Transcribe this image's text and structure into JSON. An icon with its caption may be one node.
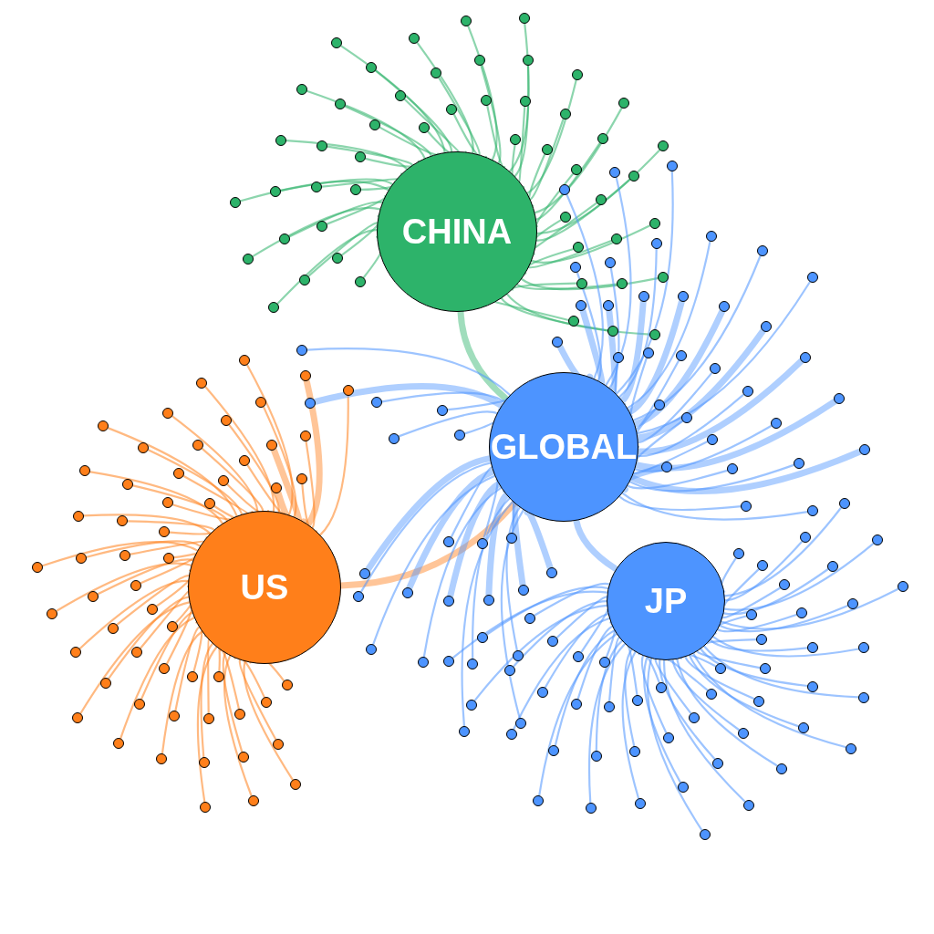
{
  "diagram": {
    "nodes": [
      {
        "text": [
          "CHINA"
        ]
      },
      {
        "text": [
          "GLOBAL"
        ]
      },
      {
        "text": [
          "US"
        ]
      },
      {
        "text": [
          "JP"
        ]
      },
      {
        "text": [],
        "shape": "circle"
      },
      {
        "text": [],
        "shape": "circle"
      },
      {
        "text": [],
        "shape": "circle"
      },
      {
        "text": [],
        "shape": "circle"
      },
      {
        "text": [],
        "shape": "circle"
      },
      {
        "text": [],
        "shape": "circle"
      },
      {
        "text": [],
        "shape": "circle"
      },
      {
        "text": [],
        "shape": "circle"
      },
      {
        "text": [],
        "shape": "circle"
      },
      {
        "text": [],
        "shape": "circle"
      },
      {
        "text": [],
        "shape": "circle"
      },
      {
        "text": [],
        "shape": "circle"
      },
      {
        "text": [],
        "shape": "circle"
      },
      {
        "text": [],
        "shape": "circle"
      },
      {
        "text": [],
        "shape": "circle"
      },
      {
        "text": [],
        "shape": "circle"
      },
      {
        "text": [],
        "shape": "circle"
      },
      {
        "text": [],
        "shape": "circle"
      },
      {
        "text": [],
        "shape": "circle"
      },
      {
        "text": [],
        "shape": "circle"
      },
      {
        "text": [],
        "shape": "circle"
      },
      {
        "text": [],
        "shape": "circle"
      },
      {
        "text": [],
        "shape": "circle"
      },
      {
        "text": [],
        "shape": "circle"
      },
      {
        "text": [],
        "shape": "circle"
      },
      {
        "text": [],
        "shape": "circle"
      },
      {
        "text": [],
        "shape": "circle"
      },
      {
        "text": [],
        "shape": "circle"
      },
      {
        "text": [],
        "shape": "circle"
      },
      {
        "text": [],
        "shape": "circle"
      },
      {
        "text": [],
        "shape": "circle"
      },
      {
        "text": [],
        "shape": "circle"
      },
      {
        "text": [],
        "shape": "circle"
      },
      {
        "text": [],
        "shape": "circle"
      },
      {
        "text": [],
        "shape": "circle"
      },
      {
        "text": [],
        "shape": "circle"
      },
      {
        "text": [],
        "shape": "circle"
      },
      {
        "text": [],
        "shape": "circle"
      },
      {
        "text": [],
        "shape": "circle"
      },
      {
        "text": [],
        "shape": "circle"
      },
      {
        "text": [],
        "shape": "circle"
      },
      {
        "text": [],
        "shape": "circle"
      },
      {
        "text": [],
        "shape": "circle"
      },
      {
        "text": [],
        "shape": "circle"
      },
      {
        "text": [],
        "shape": "circle"
      },
      {
        "text": [],
        "shape": "circle"
      },
      {
        "text": [],
        "shape": "circle"
      },
      {
        "text": [],
        "shape": "circle"
      },
      {
        "text": [],
        "shape": "circle"
      },
      {
        "text": [],
        "shape": "circle"
      },
      {
        "text": [],
        "shape": "circle"
      },
      {
        "text": [],
        "shape": "circle"
      },
      {
        "text": [],
        "shape": "circle"
      },
      {
        "text": [],
        "shape": "circle"
      },
      {
        "text": [],
        "shape": "circle"
      },
      {
        "text": [],
        "shape": "circle"
      },
      {
        "text": [],
        "shape": "circle"
      },
      {
        "text": [],
        "shape": "circle"
      },
      {
        "text": [],
        "shape": "circle"
      },
      {
        "text": [],
        "shape": "circle"
      },
      {
        "text": [],
        "shape": "circle"
      },
      {
        "text": [],
        "shape": "circle"
      },
      {
        "text": [],
        "shape": "circle"
      },
      {
        "text": [],
        "shape": "circle"
      },
      {
        "text": [],
        "shape": "circle"
      },
      {
        "text": [],
        "shape": "circle"
      },
      {
        "text": [],
        "shape": "circle"
      },
      {
        "text": [],
        "shape": "circle"
      },
      {
        "text": [],
        "shape": "circle"
      },
      {
        "text": [],
        "shape": "circle"
      },
      {
        "text": [],
        "shape": "circle"
      },
      {
        "text": [],
        "shape": "circle"
      },
      {
        "text": [],
        "shape": "circle"
      },
      {
        "text": [],
        "shape": "circle"
      },
      {
        "text": [],
        "shape": "circle"
      },
      {
        "text": [],
        "shape": "circle"
      },
      {
        "text": [],
        "shape": "circle"
      },
      {
        "text": [],
        "shape": "circle"
      },
      {
        "text": [],
        "shape": "circle"
      },
      {
        "text": [],
        "shape": "circle"
      },
      {
        "text": [],
        "shape": "circle"
      },
      {
        "text": [],
        "shape": "circle"
      },
      {
        "text": [],
        "shape": "circle"
      },
      {
        "text": [],
        "shape": "circle"
      },
      {
        "text": [],
        "shape": "circle"
      },
      {
        "text": [],
        "shape": "circle"
      },
      {
        "text": [],
        "shape": "circle"
      },
      {
        "text": [],
        "shape": "circle"
      },
      {
        "text": [],
        "shape": "circle"
      },
      {
        "text": [],
        "shape": "circle"
      },
      {
        "text": [],
        "shape": "circle"
      },
      {
        "text": [],
        "shape": "circle"
      },
      {
        "text": [],
        "shape": "circle"
      },
      {
        "text": [],
        "shape": "circle"
      },
      {
        "text": [],
        "shape": "circle"
      },
      {
        "text": [],
        "shape": "circle"
      },
      {
        "text": [],
        "shape": "circle"
      },
      {
        "text": [],
        "shape": "circle"
      },
      {
        "text": [],
        "shape": "circle"
      },
      {
        "text": [],
        "shape": "circle"
      },
      {
        "text": [],
        "shape": "circle"
      },
      {
        "text": [],
        "shape": "circle"
      },
      {
        "text": [],
        "shape": "circle"
      },
      {
        "text": [],
        "shape": "circle"
      },
      {
        "text": [],
        "shape": "circle"
      },
      {
        "text": [],
        "shape": "circle"
      },
      {
        "text": [],
        "shape": "circle"
      },
      {
        "text": [],
        "shape": "circle"
      },
      {
        "text": [],
        "shape": "circle"
      },
      {
        "text": [],
        "shape": "circle"
      },
      {
        "text": [],
        "shape": "circle"
      },
      {
        "text": [],
        "shape": "circle"
      },
      {
        "text": [],
        "shape": "circle"
      },
      {
        "text": [],
        "shape": "circle"
      },
      {
        "text": [],
        "shape": "circle"
      },
      {
        "text": [],
        "shape": "circle"
      },
      {
        "text": [],
        "shape": "circle"
      },
      {
        "text": [],
        "shape": "circle"
      },
      {
        "text": [],
        "shape": "circle"
      },
      {
        "text": [],
        "shape": "circle"
      },
      {
        "text": [],
        "shape": "circle"
      },
      {
        "text": [],
        "shape": "circle"
      },
      {
        "text": [],
        "shape": "circle"
      },
      {
        "text": [],
        "shape": "circle"
      },
      {
        "text": [],
        "shape": "circle"
      },
      {
        "text": [],
        "shape": "circle"
      },
      {
        "text": [],
        "shape": "circle"
      },
      {
        "text": [],
        "shape": "circle"
      },
      {
        "text": [],
        "shape": "circle"
      },
      {
        "text": [],
        "shape": "circle"
      },
      {
        "text": [],
        "shape": "circle"
      },
      {
        "text": [],
        "shape": "circle"
      },
      {
        "text": [],
        "shape": "circle"
      },
      {
        "text": [],
        "shape": "circle"
      },
      {
        "text": [],
        "shape": "circle"
      },
      {
        "text": [],
        "shape": "circle"
      },
      {
        "text": [],
        "shape": "circle"
      },
      {
        "text": [],
        "shape": "circle"
      },
      {
        "text": [],
        "shape": "circle"
      },
      {
        "text": [],
        "shape": "circle"
      },
      {
        "text": [],
        "shape": "circle"
      },
      {
        "text": [],
        "shape": "circle"
      },
      {
        "text": [],
        "shape": "circle"
      },
      {
        "text": [],
        "shape": "circle"
      },
      {
        "text": [],
        "shape": "circle"
      },
      {
        "text": [],
        "shape": "circle"
      },
      {
        "text": [],
        "shape": "circle"
      },
      {
        "text": [],
        "shape": "circle"
      },
      {
        "text": [],
        "shape": "circle"
      },
      {
        "text": [],
        "shape": "circle"
      },
      {
        "text": [],
        "shape": "circle"
      },
      {
        "text": [],
        "shape": "circle"
      },
      {
        "text": [],
        "shape": "circle"
      },
      {
        "text": [],
        "shape": "circle"
      },
      {
        "text": [],
        "shape": "circle"
      },
      {
        "text": [],
        "shape": "circle"
      },
      {
        "text": [],
        "shape": "circle"
      },
      {
        "text": [],
        "shape": "circle"
      },
      {
        "text": [],
        "shape": "circle"
      },
      {
        "text": [],
        "shape": "circle"
      },
      {
        "text": [],
        "shape": "circle"
      },
      {
        "text": [],
        "shape": "circle"
      },
      {
        "text": [],
        "shape": "circle"
      },
      {
        "text": [],
        "shape": "circle"
      },
      {
        "text": [],
        "shape": "circle"
      },
      {
        "text": [],
        "shape": "circle"
      },
      {
        "text": [],
        "shape": "circle"
      },
      {
        "text": [],
        "shape": "circle"
      },
      {
        "text": [],
        "shape": "circle"
      },
      {
        "text": [],
        "shape": "circle"
      },
      {
        "text": [],
        "shape": "circle"
      },
      {
        "text": [],
        "shape": "circle"
      },
      {
        "text": [],
        "shape": "circle"
      },
      {
        "text": [],
        "shape": "circle"
      },
      {
        "text": [],
        "shape": "circle"
      },
      {
        "text": [],
        "shape": "circle"
      },
      {
        "text": [],
        "shape": "circle"
      },
      {
        "text": [],
        "shape": "circle"
      },
      {
        "text": [],
        "shape": "circle"
      },
      {
        "text": [],
        "shape": "circle"
      },
      {
        "text": [],
        "shape": "circle"
      },
      {
        "text": [],
        "shape": "circle"
      },
      {
        "text": [],
        "shape": "circle"
      },
      {
        "text": [],
        "shape": "circle"
      },
      {
        "text": [],
        "shape": "circle"
      },
      {
        "text": [],
        "shape": "circle"
      },
      {
        "text": [],
        "shape": "circle"
      },
      {
        "text": [],
        "shape": "circle"
      },
      {
        "text": [],
        "shape": "circle"
      },
      {
        "text": [],
        "shape": "circle"
      },
      {
        "text": [],
        "shape": "circle"
      },
      {
        "text": [],
        "shape": "circle"
      },
      {
        "text": [],
        "shape": "circle"
      },
      {
        "text": [],
        "shape": "circle"
      },
      {
        "text": [],
        "shape": "circle"
      },
      {
        "text": [],
        "shape": "circle"
      },
      {
        "text": [],
        "shape": "circle"
      },
      {
        "text": [],
        "shape": "circle"
      },
      {
        "text": [],
        "shape": "circle"
      },
      {
        "text": [],
        "shape": "circle"
      },
      {
        "text": [],
        "shape": "circle"
      },
      {
        "text": [],
        "shape": "circle"
      },
      {
        "text": [],
        "shape": "circle"
      },
      {
        "text": [],
        "shape": "circle"
      },
      {
        "text": [],
        "shape": "circle"
      },
      {
        "text": [],
        "shape": "circle"
      },
      {
        "text": [],
        "shape": "circle"
      },
      {
        "text": [],
        "shape": "circle"
      },
      {
        "text": [],
        "shape": "circle"
      },
      {
        "text": [],
        "shape": "circle"
      }
    ],
    "edges": [
      {
        "from": 0,
        "to": 1,
        "arrow": "none",
        "style": "thick",
        "color": "#2db36a"
      },
      {
        "from": 2,
        "to": 1,
        "arrow": "none",
        "style": "thick",
        "color": "#ff7f1a"
      },
      {
        "from": 1,
        "to": 3,
        "arrow": "none",
        "style": "thick"
      },
      {
        "from": 0,
        "to": 4,
        "arrow": "none",
        "color": "#2db36a"
      },
      {
        "from": 0,
        "to": 5,
        "arrow": "none",
        "color": "#2db36a"
      },
      {
        "from": 0,
        "to": 6,
        "arrow": "none",
        "color": "#2db36a"
      },
      {
        "from": 0,
        "to": 7,
        "arrow": "none",
        "color": "#2db36a"
      },
      {
        "from": 0,
        "to": 8,
        "arrow": "none",
        "color": "#2db36a"
      },
      {
        "from": 0,
        "to": 9,
        "arrow": "none",
        "color": "#2db36a"
      },
      {
        "from": 0,
        "to": 10,
        "arrow": "none",
        "color": "#2db36a"
      },
      {
        "from": 0,
        "to": 11,
        "arrow": "none",
        "color": "#2db36a"
      },
      {
        "from": 0,
        "to": 12,
        "arrow": "none",
        "color": "#2db36a"
      },
      {
        "from": 0,
        "to": 13,
        "arrow": "none",
        "color": "#2db36a"
      },
      {
        "from": 0,
        "to": 14,
        "arrow": "none",
        "color": "#2db36a"
      },
      {
        "from": 0,
        "to": 15,
        "arrow": "none",
        "color": "#2db36a"
      },
      {
        "from": 0,
        "to": 16,
        "arrow": "none",
        "color": "#2db36a"
      },
      {
        "from": 0,
        "to": 17,
        "arrow": "none",
        "color": "#2db36a"
      },
      {
        "from": 0,
        "to": 18,
        "arrow": "none",
        "color": "#2db36a"
      },
      {
        "from": 0,
        "to": 19,
        "arrow": "none",
        "color": "#2db36a"
      },
      {
        "from": 0,
        "to": 20,
        "arrow": "none",
        "color": "#2db36a"
      },
      {
        "from": 0,
        "to": 21,
        "arrow": "none",
        "color": "#2db36a"
      },
      {
        "from": 0,
        "to": 22,
        "arrow": "none",
        "color": "#2db36a"
      },
      {
        "from": 0,
        "to": 23,
        "arrow": "none",
        "color": "#2db36a"
      },
      {
        "from": 0,
        "to": 24,
        "arrow": "none",
        "color": "#2db36a"
      },
      {
        "from": 0,
        "to": 25,
        "arrow": "none",
        "color": "#2db36a"
      },
      {
        "from": 0,
        "to": 26,
        "arrow": "none",
        "color": "#2db36a"
      },
      {
        "from": 0,
        "to": 27,
        "arrow": "none",
        "color": "#2db36a"
      },
      {
        "from": 0,
        "to": 28,
        "arrow": "none",
        "color": "#2db36a"
      },
      {
        "from": 0,
        "to": 29,
        "arrow": "none",
        "color": "#2db36a"
      },
      {
        "from": 0,
        "to": 30,
        "arrow": "none",
        "color": "#2db36a"
      },
      {
        "from": 0,
        "to": 31,
        "arrow": "none",
        "color": "#2db36a"
      },
      {
        "from": 0,
        "to": 32,
        "arrow": "none",
        "color": "#2db36a"
      },
      {
        "from": 0,
        "to": 33,
        "arrow": "none",
        "color": "#2db36a"
      },
      {
        "from": 0,
        "to": 34,
        "arrow": "none",
        "color": "#2db36a"
      },
      {
        "from": 0,
        "to": 35,
        "arrow": "none",
        "color": "#2db36a"
      },
      {
        "from": 0,
        "to": 36,
        "arrow": "none",
        "color": "#2db36a"
      },
      {
        "from": 0,
        "to": 37,
        "arrow": "none",
        "color": "#2db36a"
      },
      {
        "from": 0,
        "to": 38,
        "arrow": "none",
        "color": "#2db36a"
      },
      {
        "from": 0,
        "to": 39,
        "arrow": "none",
        "color": "#2db36a"
      },
      {
        "from": 0,
        "to": 40,
        "arrow": "none",
        "color": "#2db36a"
      },
      {
        "from": 0,
        "to": 41,
        "arrow": "none",
        "color": "#2db36a"
      },
      {
        "from": 0,
        "to": 42,
        "arrow": "none",
        "color": "#2db36a"
      },
      {
        "from": 0,
        "to": 43,
        "arrow": "none",
        "color": "#2db36a"
      },
      {
        "from": 0,
        "to": 44,
        "arrow": "none",
        "color": "#2db36a"
      },
      {
        "from": 0,
        "to": 45,
        "arrow": "none",
        "color": "#2db36a"
      },
      {
        "from": 0,
        "to": 46,
        "arrow": "none",
        "color": "#2db36a"
      },
      {
        "from": 0,
        "to": 47,
        "arrow": "none",
        "color": "#2db36a"
      },
      {
        "from": 0,
        "to": 48,
        "arrow": "none",
        "color": "#2db36a"
      },
      {
        "from": 0,
        "to": 49,
        "arrow": "none",
        "color": "#2db36a"
      },
      {
        "from": 0,
        "to": 50,
        "arrow": "none",
        "color": "#2db36a"
      },
      {
        "from": 0,
        "to": 51,
        "arrow": "none",
        "color": "#2db36a"
      },
      {
        "from": 0,
        "to": 52,
        "arrow": "none",
        "color": "#2db36a"
      },
      {
        "from": 0,
        "to": 53,
        "arrow": "none",
        "color": "#2db36a"
      },
      {
        "from": 2,
        "to": 54,
        "arrow": "none",
        "color": "#ff7f1a"
      },
      {
        "from": 2,
        "to": 55,
        "arrow": "none",
        "color": "#ff7f1a"
      },
      {
        "from": 2,
        "to": 56,
        "arrow": "none",
        "color": "#ff7f1a"
      },
      {
        "from": 2,
        "to": 57,
        "arrow": "none",
        "color": "#ff7f1a"
      },
      {
        "from": 2,
        "to": 58,
        "arrow": "none",
        "color": "#ff7f1a"
      },
      {
        "from": 2,
        "to": 59,
        "arrow": "none",
        "color": "#ff7f1a"
      },
      {
        "from": 2,
        "to": 60,
        "arrow": "none",
        "color": "#ff7f1a"
      },
      {
        "from": 2,
        "to": 61,
        "arrow": "none",
        "color": "#ff7f1a"
      },
      {
        "from": 2,
        "to": 62,
        "arrow": "none",
        "color": "#ff7f1a"
      },
      {
        "from": 2,
        "to": 63,
        "arrow": "none",
        "color": "#ff7f1a"
      },
      {
        "from": 2,
        "to": 64,
        "arrow": "none",
        "color": "#ff7f1a"
      },
      {
        "from": 2,
        "to": 65,
        "arrow": "none",
        "color": "#ff7f1a"
      },
      {
        "from": 2,
        "to": 66,
        "arrow": "none",
        "color": "#ff7f1a"
      },
      {
        "from": 2,
        "to": 67,
        "arrow": "none",
        "color": "#ff7f1a"
      },
      {
        "from": 2,
        "to": 68,
        "arrow": "none",
        "color": "#ff7f1a"
      },
      {
        "from": 2,
        "to": 69,
        "arrow": "none",
        "color": "#ff7f1a"
      },
      {
        "from": 2,
        "to": 70,
        "arrow": "none",
        "color": "#ff7f1a"
      },
      {
        "from": 2,
        "to": 71,
        "arrow": "none",
        "color": "#ff7f1a"
      },
      {
        "from": 2,
        "to": 72,
        "arrow": "none",
        "color": "#ff7f1a"
      },
      {
        "from": 2,
        "to": 73,
        "arrow": "none",
        "color": "#ff7f1a"
      },
      {
        "from": 2,
        "to": 74,
        "arrow": "none",
        "color": "#ff7f1a"
      },
      {
        "from": 2,
        "to": 75,
        "arrow": "none",
        "color": "#ff7f1a"
      },
      {
        "from": 2,
        "to": 76,
        "arrow": "none",
        "color": "#ff7f1a"
      },
      {
        "from": 2,
        "to": 77,
        "arrow": "none",
        "color": "#ff7f1a"
      },
      {
        "from": 2,
        "to": 78,
        "arrow": "none",
        "color": "#ff7f1a"
      },
      {
        "from": 2,
        "to": 79,
        "arrow": "none",
        "color": "#ff7f1a"
      },
      {
        "from": 2,
        "to": 80,
        "arrow": "none",
        "color": "#ff7f1a"
      },
      {
        "from": 2,
        "to": 81,
        "arrow": "none",
        "color": "#ff7f1a"
      },
      {
        "from": 2,
        "to": 82,
        "arrow": "none",
        "color": "#ff7f1a"
      },
      {
        "from": 2,
        "to": 83,
        "arrow": "none",
        "color": "#ff7f1a"
      },
      {
        "from": 2,
        "to": 84,
        "arrow": "none",
        "color": "#ff7f1a"
      },
      {
        "from": 2,
        "to": 85,
        "arrow": "none",
        "color": "#ff7f1a"
      },
      {
        "from": 2,
        "to": 86,
        "arrow": "none",
        "color": "#ff7f1a"
      },
      {
        "from": 2,
        "to": 87,
        "arrow": "none",
        "color": "#ff7f1a"
      },
      {
        "from": 2,
        "to": 88,
        "arrow": "none",
        "color": "#ff7f1a"
      },
      {
        "from": 2,
        "to": 89,
        "arrow": "none",
        "color": "#ff7f1a"
      },
      {
        "from": 2,
        "to": 90,
        "arrow": "none",
        "color": "#ff7f1a"
      },
      {
        "from": 2,
        "to": 91,
        "arrow": "none",
        "color": "#ff7f1a"
      },
      {
        "from": 2,
        "to": 92,
        "arrow": "none",
        "color": "#ff7f1a"
      },
      {
        "from": 2,
        "to": 93,
        "arrow": "none",
        "color": "#ff7f1a"
      },
      {
        "from": 2,
        "to": 94,
        "arrow": "none",
        "color": "#ff7f1a"
      },
      {
        "from": 2,
        "to": 95,
        "arrow": "none",
        "color": "#ff7f1a"
      },
      {
        "from": 2,
        "to": 96,
        "arrow": "none",
        "color": "#ff7f1a"
      },
      {
        "from": 2,
        "to": 97,
        "arrow": "none",
        "color": "#ff7f1a"
      },
      {
        "from": 2,
        "to": 98,
        "arrow": "none",
        "color": "#ff7f1a"
      },
      {
        "from": 2,
        "to": 99,
        "arrow": "none",
        "color": "#ff7f1a"
      },
      {
        "from": 2,
        "to": 100,
        "arrow": "none",
        "color": "#ff7f1a"
      },
      {
        "from": 2,
        "to": 101,
        "arrow": "none",
        "color": "#ff7f1a"
      },
      {
        "from": 2,
        "to": 102,
        "arrow": "none",
        "color": "#ff7f1a"
      },
      {
        "from": 2,
        "to": 103,
        "arrow": "none",
        "style": "thick",
        "color": "#ff7f1a"
      },
      {
        "from": 2,
        "to": 104,
        "arrow": "none",
        "style": "thick",
        "color": "#ff7f1a"
      },
      {
        "from": 2,
        "to": 105,
        "arrow": "none",
        "style": "thick",
        "color": "#ff7f1a"
      },
      {
        "from": 2,
        "to": 106,
        "arrow": "none",
        "color": "#ff7f1a"
      },
      {
        "from": 2,
        "to": 107,
        "arrow": "none",
        "color": "#ff7f1a"
      },
      {
        "from": 2,
        "to": 108,
        "arrow": "none",
        "color": "#ff7f1a"
      },
      {
        "from": 1,
        "to": 109,
        "arrow": "none",
        "style": "thick"
      },
      {
        "from": 1,
        "to": 110,
        "arrow": "none"
      },
      {
        "from": 1,
        "to": 111,
        "arrow": "none"
      },
      {
        "from": 1,
        "to": 112,
        "arrow": "none",
        "style": "thick"
      },
      {
        "from": 1,
        "to": 113,
        "arrow": "none"
      },
      {
        "from": 1,
        "to": 114,
        "arrow": "none"
      },
      {
        "from": 1,
        "to": 115,
        "arrow": "none",
        "style": "thick"
      },
      {
        "from": 1,
        "to": 116,
        "arrow": "none"
      },
      {
        "from": 1,
        "to": 117,
        "arrow": "none"
      },
      {
        "from": 1,
        "to": 118,
        "arrow": "none",
        "style": "thick"
      },
      {
        "from": 1,
        "to": 119,
        "arrow": "none"
      },
      {
        "from": 1,
        "to": 120,
        "arrow": "none"
      },
      {
        "from": 1,
        "to": 121,
        "arrow": "none",
        "style": "thick"
      },
      {
        "from": 1,
        "to": 122,
        "arrow": "none"
      },
      {
        "from": 1,
        "to": 123,
        "arrow": "none"
      },
      {
        "from": 1,
        "to": 124,
        "arrow": "none",
        "style": "thick"
      },
      {
        "from": 1,
        "to": 125,
        "arrow": "none"
      },
      {
        "from": 1,
        "to": 126,
        "arrow": "none"
      },
      {
        "from": 1,
        "to": 127,
        "arrow": "none",
        "style": "thick"
      },
      {
        "from": 1,
        "to": 128,
        "arrow": "none"
      },
      {
        "from": 1,
        "to": 129,
        "arrow": "none"
      },
      {
        "from": 1,
        "to": 130,
        "arrow": "none",
        "style": "thick"
      },
      {
        "from": 1,
        "to": 131,
        "arrow": "none"
      },
      {
        "from": 1,
        "to": 132,
        "arrow": "none"
      },
      {
        "from": 1,
        "to": 133,
        "arrow": "none",
        "style": "thick"
      },
      {
        "from": 1,
        "to": 134,
        "arrow": "none"
      },
      {
        "from": 1,
        "to": 135,
        "arrow": "none"
      },
      {
        "from": 1,
        "to": 136,
        "arrow": "none",
        "style": "thick"
      },
      {
        "from": 1,
        "to": 137,
        "arrow": "none"
      },
      {
        "from": 1,
        "to": 138,
        "arrow": "none"
      },
      {
        "from": 1,
        "to": 139,
        "arrow": "none",
        "style": "thick"
      },
      {
        "from": 1,
        "to": 140,
        "arrow": "none"
      },
      {
        "from": 1,
        "to": 141,
        "arrow": "none"
      },
      {
        "from": 1,
        "to": 142,
        "arrow": "none",
        "style": "thick"
      },
      {
        "from": 1,
        "to": 143,
        "arrow": "none"
      },
      {
        "from": 1,
        "to": 144,
        "arrow": "none"
      },
      {
        "from": 1,
        "to": 145,
        "arrow": "none",
        "style": "thick"
      },
      {
        "from": 1,
        "to": 146,
        "arrow": "none"
      },
      {
        "from": 1,
        "to": 147,
        "arrow": "none"
      },
      {
        "from": 1,
        "to": 148,
        "arrow": "none",
        "style": "thick"
      },
      {
        "from": 1,
        "to": 149,
        "arrow": "none"
      },
      {
        "from": 1,
        "to": 150,
        "arrow": "none"
      },
      {
        "from": 1,
        "to": 151,
        "arrow": "none",
        "style": "thick"
      },
      {
        "from": 1,
        "to": 152,
        "arrow": "none"
      },
      {
        "from": 1,
        "to": 153,
        "arrow": "none"
      },
      {
        "from": 1,
        "to": 154,
        "arrow": "none",
        "style": "thick"
      },
      {
        "from": 1,
        "to": 155,
        "arrow": "none"
      },
      {
        "from": 1,
        "to": 156,
        "arrow": "none"
      },
      {
        "from": 1,
        "to": 157,
        "arrow": "none",
        "style": "thick"
      },
      {
        "from": 1,
        "to": 158,
        "arrow": "none"
      },
      {
        "from": 1,
        "to": 159,
        "arrow": "none"
      },
      {
        "from": 1,
        "to": 160,
        "arrow": "none",
        "style": "thick"
      },
      {
        "from": 1,
        "to": 161,
        "arrow": "none"
      },
      {
        "from": 1,
        "to": 162,
        "arrow": "none"
      },
      {
        "from": 1,
        "to": 163,
        "arrow": "none"
      },
      {
        "from": 3,
        "to": 164,
        "arrow": "none"
      },
      {
        "from": 3,
        "to": 165,
        "arrow": "none"
      },
      {
        "from": 3,
        "to": 166,
        "arrow": "none"
      },
      {
        "from": 3,
        "to": 167,
        "arrow": "none"
      },
      {
        "from": 3,
        "to": 168,
        "arrow": "none"
      },
      {
        "from": 3,
        "to": 169,
        "arrow": "none"
      },
      {
        "from": 3,
        "to": 170,
        "arrow": "none"
      },
      {
        "from": 3,
        "to": 171,
        "arrow": "none"
      },
      {
        "from": 3,
        "to": 172,
        "arrow": "none"
      },
      {
        "from": 3,
        "to": 173,
        "arrow": "none"
      },
      {
        "from": 3,
        "to": 174,
        "arrow": "none"
      },
      {
        "from": 3,
        "to": 175,
        "arrow": "none"
      },
      {
        "from": 3,
        "to": 176,
        "arrow": "none"
      },
      {
        "from": 3,
        "to": 177,
        "arrow": "none"
      },
      {
        "from": 3,
        "to": 178,
        "arrow": "none"
      },
      {
        "from": 3,
        "to": 179,
        "arrow": "none"
      },
      {
        "from": 3,
        "to": 180,
        "arrow": "none"
      },
      {
        "from": 3,
        "to": 181,
        "arrow": "none"
      },
      {
        "from": 3,
        "to": 182,
        "arrow": "none"
      },
      {
        "from": 3,
        "to": 183,
        "arrow": "none"
      },
      {
        "from": 3,
        "to": 184,
        "arrow": "none"
      },
      {
        "from": 3,
        "to": 185,
        "arrow": "none"
      },
      {
        "from": 3,
        "to": 186,
        "arrow": "none"
      },
      {
        "from": 3,
        "to": 187,
        "arrow": "none"
      },
      {
        "from": 3,
        "to": 188,
        "arrow": "none"
      },
      {
        "from": 3,
        "to": 189,
        "arrow": "none"
      },
      {
        "from": 3,
        "to": 190,
        "arrow": "none"
      },
      {
        "from": 3,
        "to": 191,
        "arrow": "none"
      },
      {
        "from": 3,
        "to": 192,
        "arrow": "none"
      },
      {
        "from": 3,
        "to": 193,
        "arrow": "none"
      },
      {
        "from": 3,
        "to": 194,
        "arrow": "none"
      },
      {
        "from": 3,
        "to": 195,
        "arrow": "none"
      },
      {
        "from": 3,
        "to": 196,
        "arrow": "none"
      },
      {
        "from": 3,
        "to": 197,
        "arrow": "none"
      },
      {
        "from": 3,
        "to": 198,
        "arrow": "none"
      },
      {
        "from": 3,
        "to": 199,
        "arrow": "none"
      },
      {
        "from": 3,
        "to": 200,
        "arrow": "none"
      },
      {
        "from": 3,
        "to": 201,
        "arrow": "none"
      },
      {
        "from": 3,
        "to": 202,
        "arrow": "none"
      },
      {
        "from": 3,
        "to": 203,
        "arrow": "none"
      },
      {
        "from": 3,
        "to": 204,
        "arrow": "none"
      },
      {
        "from": 3,
        "to": 205,
        "arrow": "none"
      },
      {
        "from": 3,
        "to": 206,
        "arrow": "none"
      },
      {
        "from": 3,
        "to": 207,
        "arrow": "none"
      },
      {
        "from": 3,
        "to": 208,
        "arrow": "none"
      },
      {
        "from": 3,
        "to": 209,
        "arrow": "none"
      },
      {
        "from": 3,
        "to": 210,
        "arrow": "none"
      },
      {
        "from": 3,
        "to": 211,
        "arrow": "none"
      },
      {
        "from": 3,
        "to": 212,
        "arrow": "none"
      },
      {
        "from": 3,
        "to": 213,
        "arrow": "none"
      }
    ]
  }
}
